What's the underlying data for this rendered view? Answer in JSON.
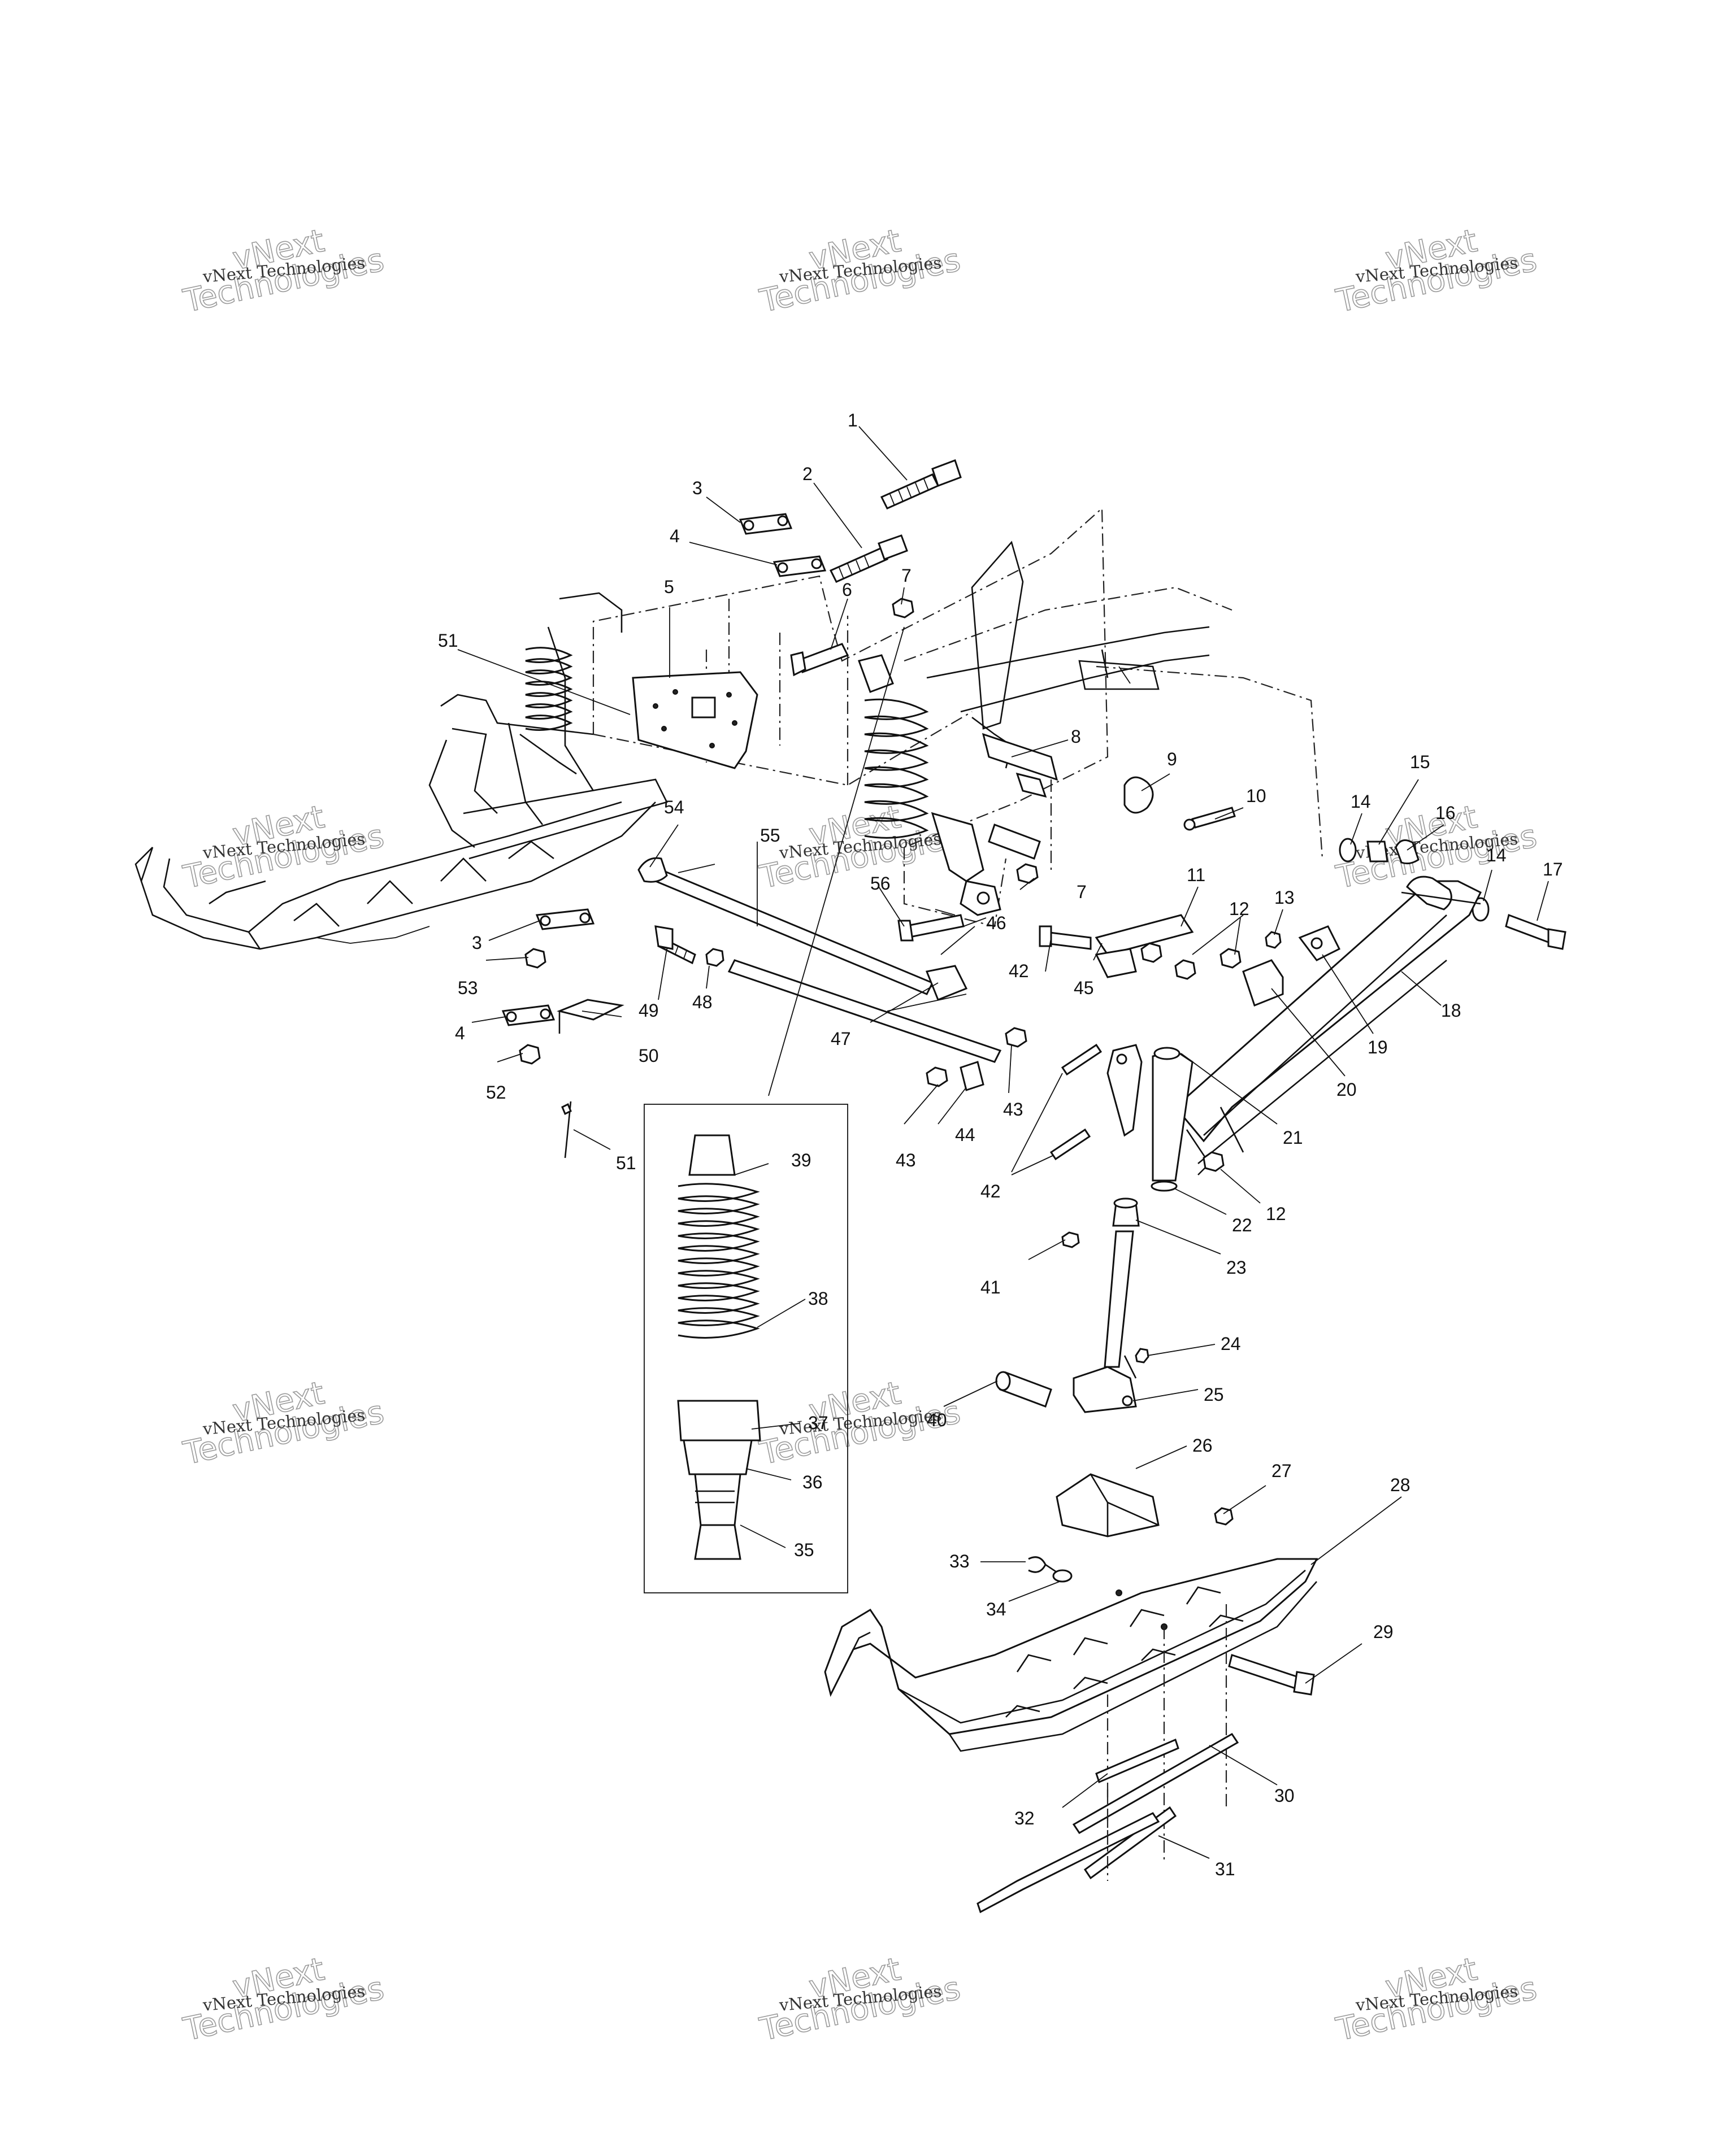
{
  "watermark": {
    "line1": "vNext",
    "line2": "Technologies",
    "full": "vNext Technologies"
  },
  "parts": [
    "1",
    "2",
    "3",
    "4",
    "5",
    "6",
    "7",
    "8",
    "9",
    "10",
    "11",
    "12",
    "13",
    "14",
    "15",
    "16",
    "17",
    "18",
    "19",
    "20",
    "21",
    "22",
    "23",
    "24",
    "25",
    "26",
    "27",
    "28",
    "29",
    "30",
    "31",
    "32",
    "33",
    "34",
    "35",
    "36",
    "37",
    "38",
    "39",
    "40",
    "41",
    "42",
    "43",
    "44",
    "45",
    "46",
    "47",
    "48",
    "49",
    "50",
    "51",
    "52",
    "53",
    "54",
    "55",
    "56"
  ],
  "duplicate_labels": {
    "p3b": "3",
    "p4b": "4",
    "p7b": "7",
    "p12b": "12",
    "p12c": "12",
    "p14b": "14",
    "p42b": "42",
    "p43b": "43",
    "p51b": "51"
  }
}
